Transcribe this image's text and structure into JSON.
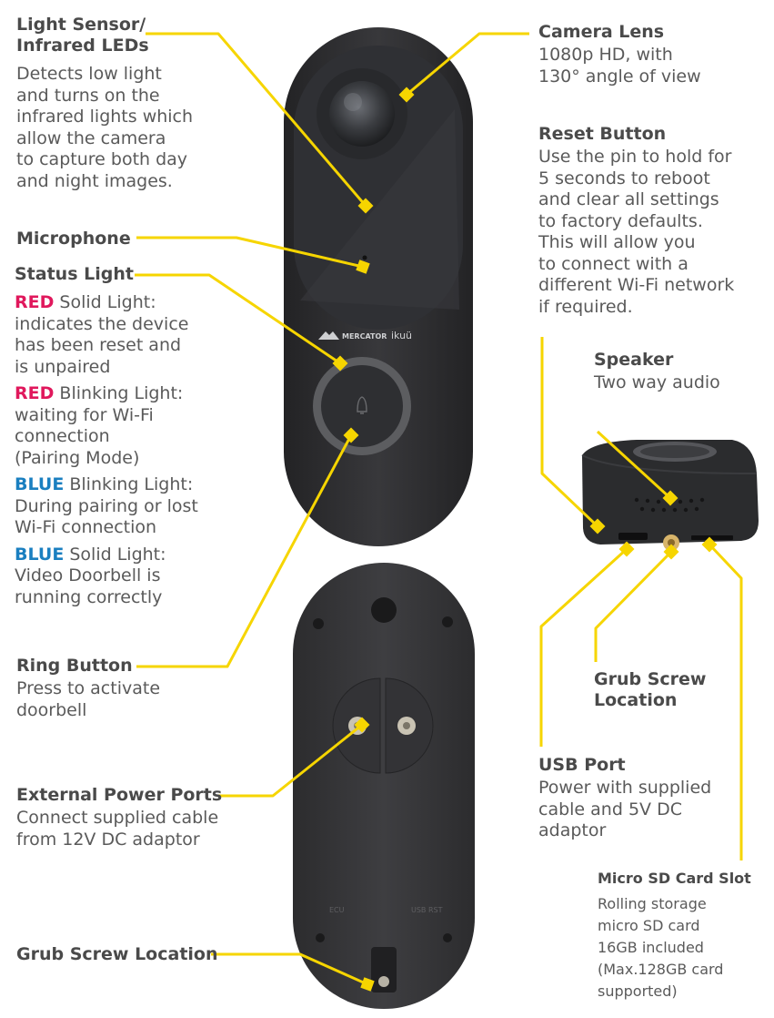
{
  "colors": {
    "callout": "#f6d500",
    "device_body": "#2a2a2c",
    "device_face": "#343437",
    "red": "#e0185c",
    "blue": "#1a7fc0",
    "text": "#5a5a5a"
  },
  "device_front": {
    "brand": "MERCATOR",
    "sub_brand": "ikuü"
  },
  "device_back": {
    "port_left": "ECU",
    "port_right": "USB RST"
  },
  "labels": {
    "light_sensor": {
      "title": "Light Sensor/\nInfrared LEDs",
      "desc": "Detects low light\nand turns on the\ninfrared lights which\nallow the camera\nto capture both day\nand night images."
    },
    "microphone": {
      "title": "Microphone"
    },
    "status_light": {
      "title": "Status Light",
      "states": [
        {
          "color": "RED",
          "text": " Solid Light:\nindicates the device\nhas been reset and\nis unpaired"
        },
        {
          "color": "RED",
          "text": " Blinking Light:\nwaiting for Wi-Fi\nconnection\n(Pairing Mode)"
        },
        {
          "color": "BLUE",
          "text": " Blinking Light:\nDuring pairing or lost\nWi-Fi connection"
        },
        {
          "color": "BLUE",
          "text": " Solid Light:\nVideo Doorbell is\nrunning correctly"
        }
      ]
    },
    "ring_button": {
      "title": "Ring  Button",
      "desc": "Press to activate\ndoorbell"
    },
    "external_power": {
      "title": "External Power Ports",
      "desc": "Connect supplied cable\nfrom 12V DC adaptor"
    },
    "grub_screw_bottom": {
      "title": "Grub Screw Location"
    },
    "camera_lens": {
      "title": "Camera Lens",
      "desc": "1080p HD, with\n130° angle of view"
    },
    "reset_button": {
      "title": "Reset Button",
      "desc": "Use the pin to hold for\n5 seconds to reboot\nand clear all settings\nto factory defaults.\nThis will allow you\nto connect with a\ndifferent Wi-Fi network\nif required."
    },
    "speaker": {
      "title": "Speaker",
      "desc": "Two way audio"
    },
    "grub_screw_side": {
      "title": "Grub Screw\nLocation"
    },
    "usb_port": {
      "title": "USB Port",
      "desc": "Power with supplied\ncable and 5V DC\nadaptor"
    },
    "micro_sd": {
      "title": "Micro SD Card Slot",
      "desc": "Rolling storage\nmicro SD card\n16GB included\n(Max.128GB card\nsupported)"
    }
  }
}
